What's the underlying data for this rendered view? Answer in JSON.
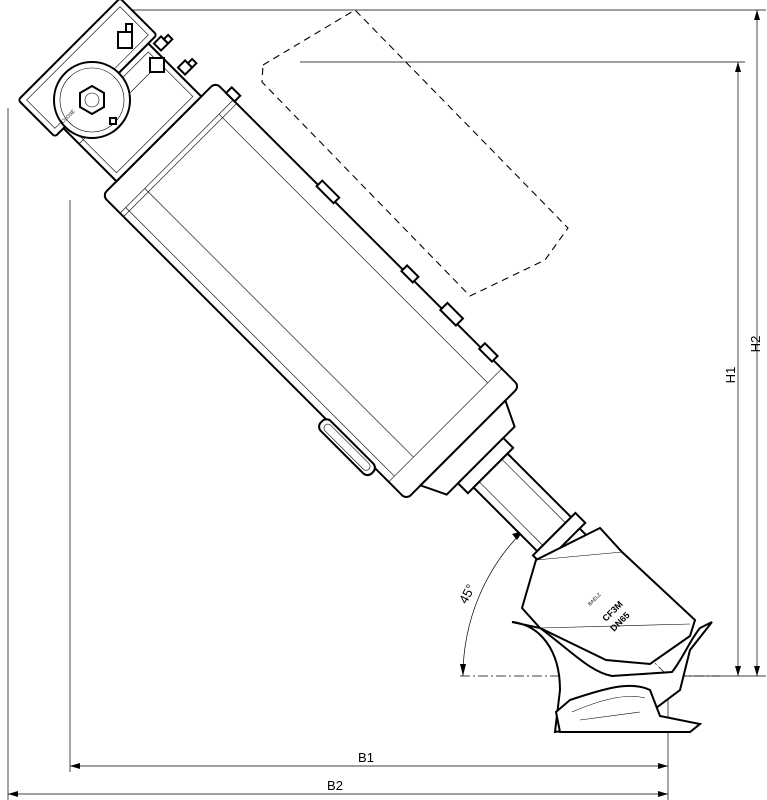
{
  "dimensions": {
    "h1": "H1",
    "h2": "H2",
    "b1": "B1",
    "b2": "B2",
    "angle": "45°"
  },
  "body_markings": {
    "material": "CF3M",
    "size": "DN65",
    "brand": "BAELZ"
  }
}
